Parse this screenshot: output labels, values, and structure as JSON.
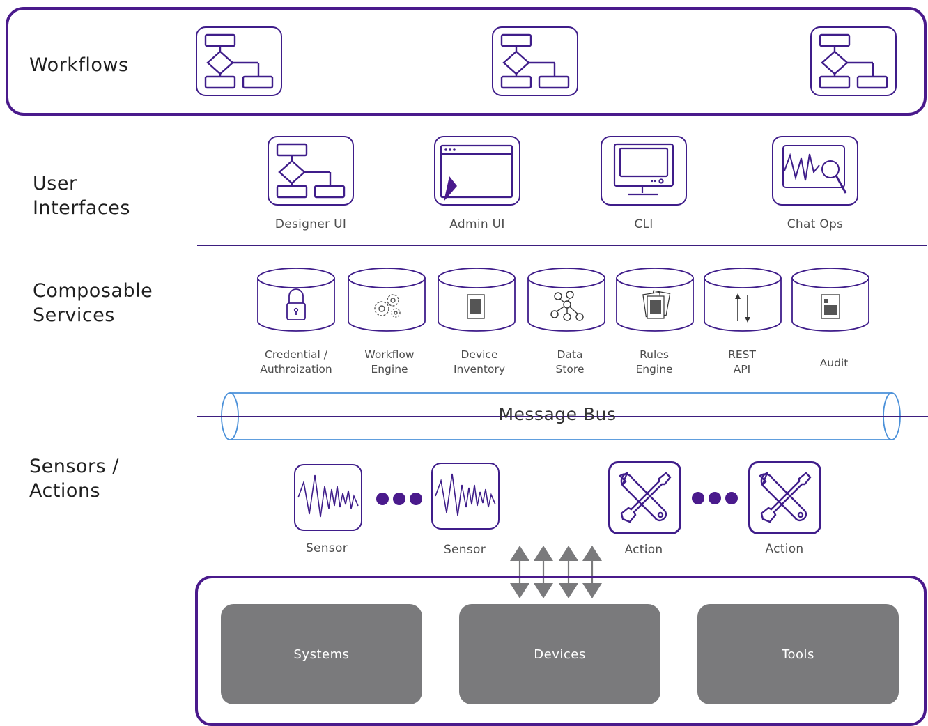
{
  "layers": {
    "workflows": "Workflows",
    "user_interfaces": "User\nInterfaces",
    "composable_services": "Composable\nServices",
    "sensors_actions": "Sensors /\nActions"
  },
  "user_interfaces": {
    "designer": "Designer UI",
    "admin": "Admin UI",
    "cli": "CLI",
    "chatops": "Chat Ops"
  },
  "services": {
    "credential": "Credential /\nAuthroization",
    "workflow_engine": "Workflow\nEngine",
    "device_inventory": "Device\nInventory",
    "data_store": "Data\nStore",
    "rules_engine": "Rules\nEngine",
    "rest_api": "REST\nAPI",
    "audit": "Audit"
  },
  "message_bus": "Message Bus",
  "sensors_actions": {
    "sensor_1": "Sensor",
    "sensor_2": "Sensor",
    "action_1": "Action",
    "action_2": "Action"
  },
  "infrastructure": {
    "systems": "Systems",
    "devices": "Devices",
    "tools": "Tools"
  },
  "colors": {
    "primary_purple": "#4a1a8c",
    "pipe_blue": "#4a90d9",
    "gray_box": "#7a7a7c"
  }
}
